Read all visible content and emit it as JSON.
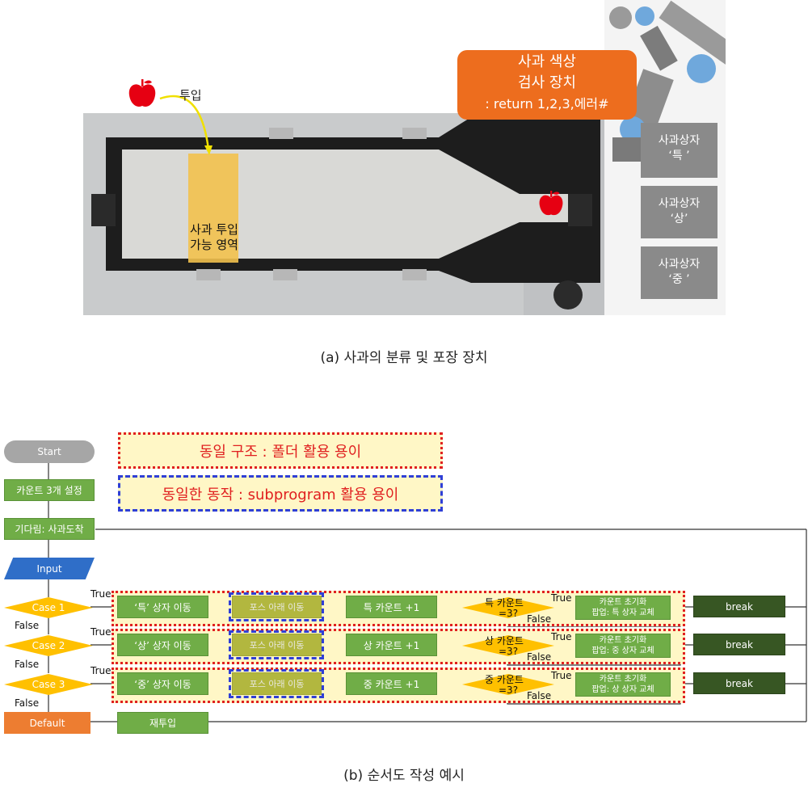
{
  "photo": {
    "drop_label": "투입",
    "zone_label_line1": "사과 투입",
    "zone_label_line2": "가능 영역",
    "inspector_line1": "사과 색상",
    "inspector_line2": "검사 장치",
    "inspector_line3": ": return 1,2,3,에러#",
    "box1_line1": "사과상자",
    "box1_line2": "‘특 ’",
    "box2_line1": "사과상자",
    "box2_line2": "‘상’",
    "box3_line1": "사과상자",
    "box3_line2": "‘중 ’",
    "colors": {
      "apple": "#e60012",
      "zone": "#f2c14e",
      "inspector": "#ed6d1e"
    }
  },
  "caption_a": "(a) 사과의 분류 및 포장 장치",
  "caption_b": "(b) 순서도 작성 예시",
  "notes": {
    "folder": "동일 구조 : 폴더 활용 용이",
    "subprogram": "동일한 동작 : subprogram 활용 용이"
  },
  "flow": {
    "start": "Start",
    "init": "카운트 3개 설정",
    "wait": "기다림: 사과도착",
    "input": "Input",
    "cases": [
      {
        "label": "Case 1",
        "move": "‘특’ 상자 이동",
        "down": "포스 아래 이동",
        "count": "특 카운트 +1",
        "check_line1": "특 카운트",
        "check_line2": "=3?",
        "reset_line1": "카운트 초기화",
        "reset_line2": "팝업: 특 상자 교체",
        "break": "break"
      },
      {
        "label": "Case 2",
        "move": "‘상’ 상자 이동",
        "down": "포스 아래 이동",
        "count": "상 카운트 +1",
        "check_line1": "상 카운트",
        "check_line2": "=3?",
        "reset_line1": "카운트 초기화",
        "reset_line2": "팝업: 중 상자 교체",
        "break": "break"
      },
      {
        "label": "Case 3",
        "move": "‘중’ 상자 이동",
        "down": "포스 아래 이동",
        "count": "중 카운트 +1",
        "check_line1": "중 카운트",
        "check_line2": "=3?",
        "reset_line1": "카운트 초기화",
        "reset_line2": "팝업: 상 상자 교체",
        "break": "break"
      }
    ],
    "true_label": "True",
    "false_label": "False",
    "default": "Default",
    "retry": "재투입"
  }
}
